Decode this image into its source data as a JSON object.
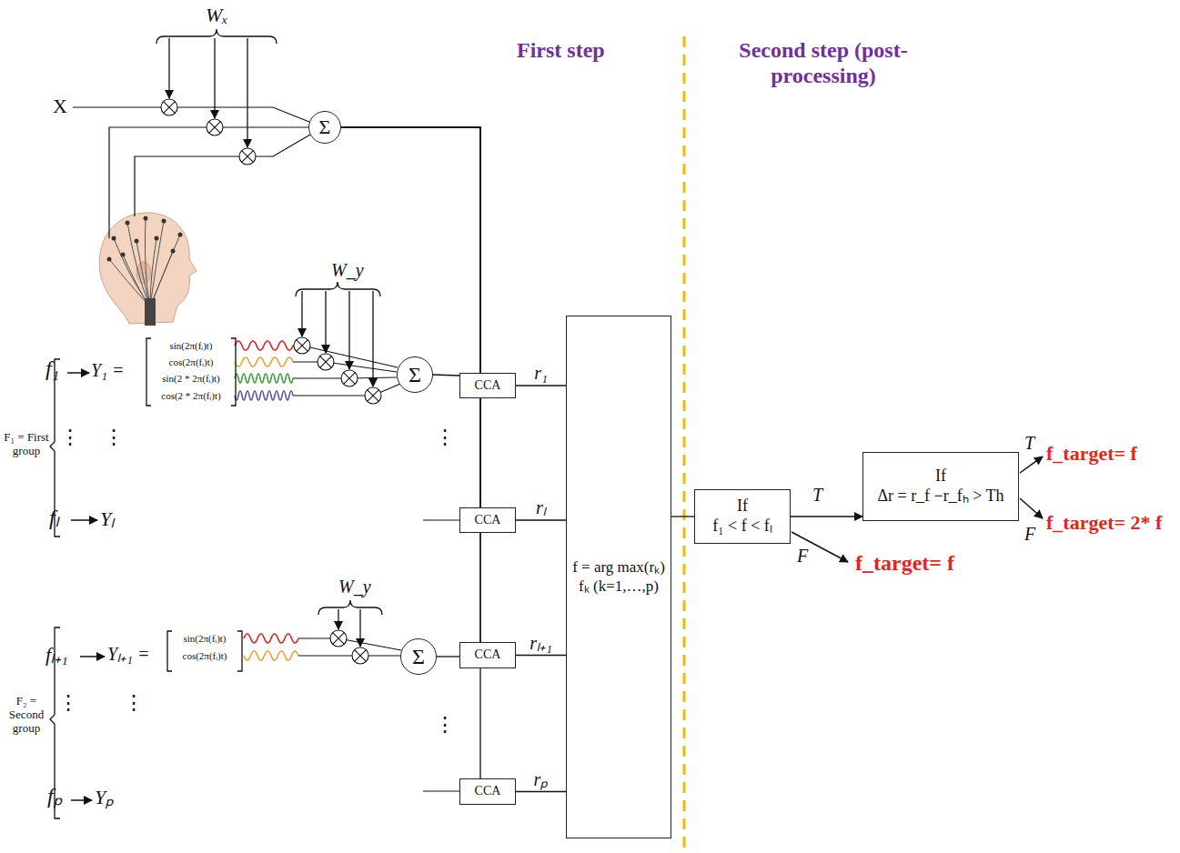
{
  "diagram": {
    "nodes": [
      {
        "text": [
          "Σ"
        ]
      },
      {
        "text": [
          "Σ"
        ]
      },
      {
        "text": [
          "CCA"
        ]
      },
      {
        "text": [
          "CCA"
        ]
      },
      {
        "text": [
          "Σ"
        ]
      },
      {
        "text": [
          "CCA"
        ]
      },
      {
        "text": [
          "CCA"
        ]
      },
      {
        "text": [
          "f = arg max(rₖ) fₖ (k=1,…,p)"
        ]
      },
      {
        "text": [
          "If",
          "f₁ < f < fₗ"
        ]
      },
      {
        "text": [
          "If",
          "Δr = r_f −r_fₕ > Th"
        ]
      }
    ],
    "edges": [
      {
        "from": 0,
        "to": 2,
        "arrow": "none"
      },
      {
        "from": 0,
        "to": 3,
        "arrow": "none"
      },
      {
        "from": 0,
        "to": 5,
        "arrow": "none"
      },
      {
        "from": 0,
        "to": 6,
        "arrow": "none"
      },
      {
        "from": 1,
        "to": 2,
        "arrow": "none"
      },
      {
        "from": 4,
        "to": 5,
        "arrow": "none"
      },
      {
        "from": 2,
        "to": 7,
        "label": "r₁",
        "arrow": "none"
      },
      {
        "from": 3,
        "to": 7,
        "label": "rₗ",
        "arrow": "none"
      },
      {
        "from": 5,
        "to": 7,
        "label": "rₗ₊₁",
        "arrow": "none"
      },
      {
        "from": 6,
        "to": 7,
        "label": "rₚ",
        "arrow": "none"
      },
      {
        "from": 7,
        "to": 8,
        "arrow": "none"
      },
      {
        "from": 8,
        "to": 9,
        "label": "T",
        "arrow": "to"
      }
    ],
    "labels": [
      "Wₓ",
      "X",
      "First step",
      "Second step (post-processing)",
      "W_y",
      "W_y",
      "f₁",
      "Y₁ =",
      "sin(2π(fᵢ)t)",
      "cos(2π(fᵢ)t)",
      "sin(2 * 2π(fᵢ)t)",
      "cos(2 * 2π(fᵢ)t)",
      "⋮",
      "⋮",
      "⋮",
      "F₁ = First group",
      "fₗ",
      "Yₗ",
      "fₗ₊₁",
      "Yₗ₊₁ =",
      "sin(2π(fᵢ)t)",
      "cos(2π(fᵢ)t)",
      "⋮",
      "⋮",
      "⋮",
      "F₂ = Second group",
      "fₚ",
      "Yₚ",
      "F",
      "f_target= f",
      "T",
      "f_target= f",
      "F",
      "f_target= 2* f"
    ]
  }
}
